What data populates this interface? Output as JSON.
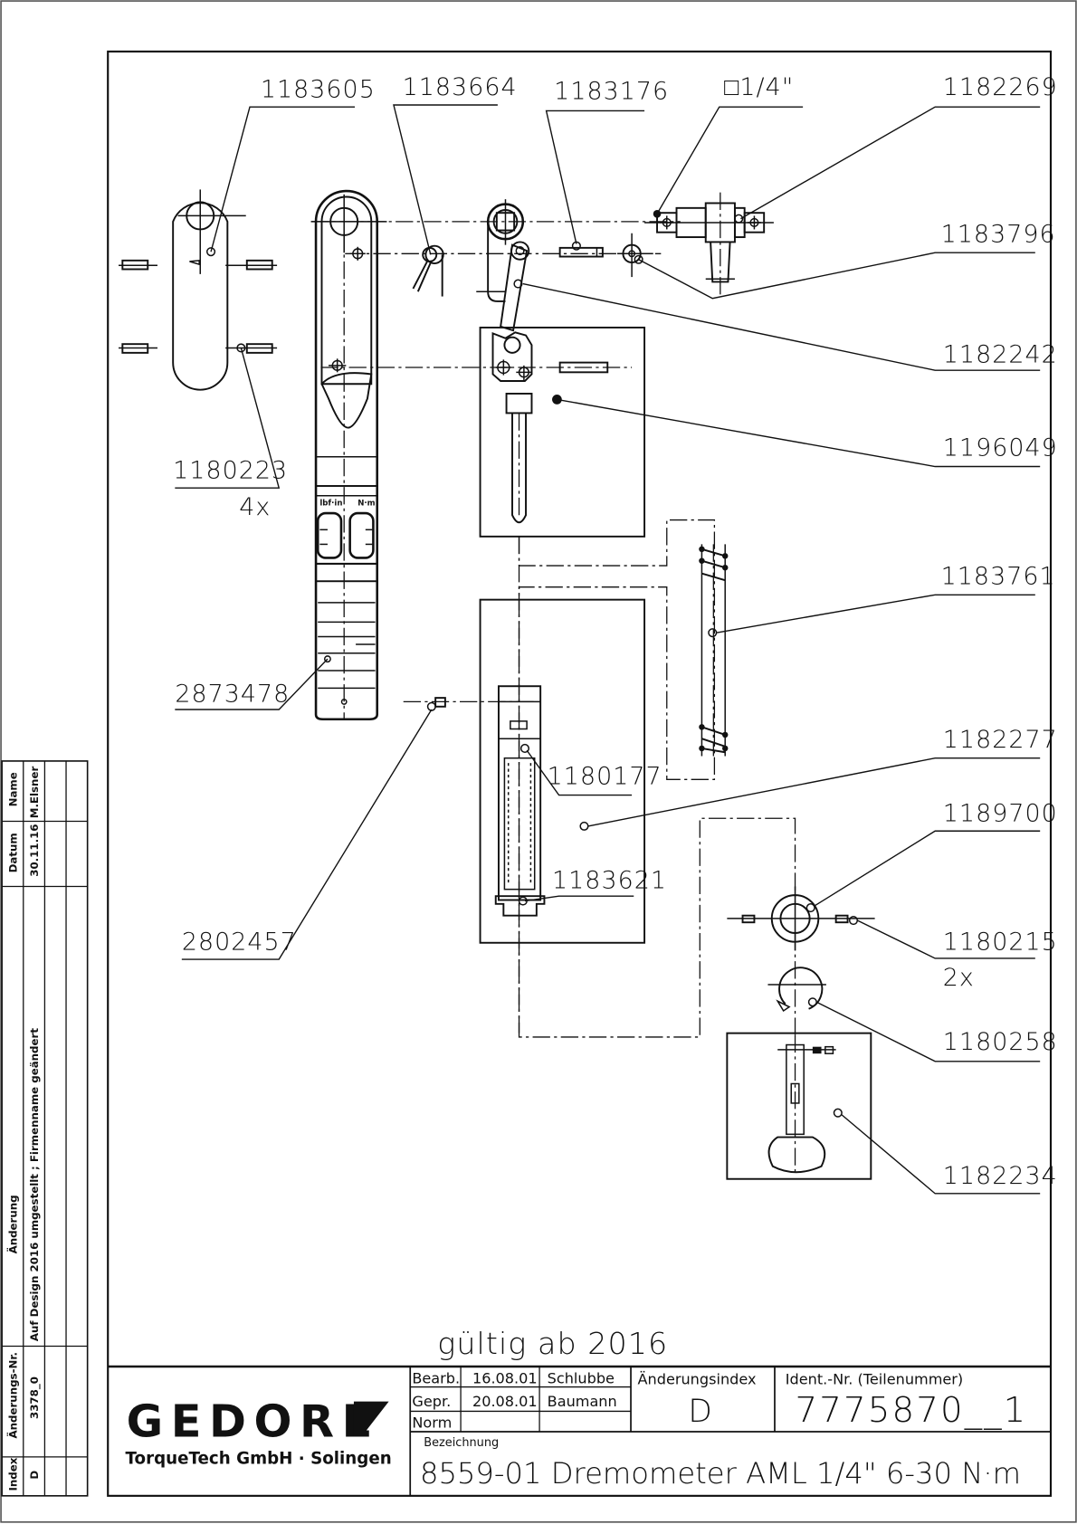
{
  "drawing": {
    "valid_from_note": "gültig ab 2016",
    "part_labels": [
      {
        "id": "1183605"
      },
      {
        "id": "1183664"
      },
      {
        "id": "1183176"
      },
      {
        "id": "□1/4\""
      },
      {
        "id": "1182269"
      },
      {
        "id": "1183796"
      },
      {
        "id": "1182242"
      },
      {
        "id": "1196049"
      },
      {
        "id": "1180223",
        "qty": "4x"
      },
      {
        "id": "1183761"
      },
      {
        "id": "2873478"
      },
      {
        "id": "1182277"
      },
      {
        "id": "1180177"
      },
      {
        "id": "1189700"
      },
      {
        "id": "1183621"
      },
      {
        "id": "2802457"
      },
      {
        "id": "1180215",
        "qty": "2x"
      },
      {
        "id": "1180258"
      },
      {
        "id": "1182234"
      }
    ],
    "scale_labels": {
      "left": "lbf·in",
      "right": "N·m"
    }
  },
  "title_block": {
    "logo": "GEDORE",
    "company": "TorqueTech GmbH · Solingen",
    "rows": [
      {
        "role": "Bearb.",
        "date": "16.08.01",
        "name": "Schlubbe"
      },
      {
        "role": "Gepr.",
        "date": "20.08.01",
        "name": "Baumann"
      },
      {
        "role": "Norm",
        "date": "",
        "name": ""
      }
    ],
    "change_index_label": "Änderungsindex",
    "change_index": "D",
    "ident_label": "Ident.-Nr.  (Teilenummer)",
    "ident_number": "7775870__1",
    "designation_label": "Bezeichnung",
    "designation": "8559-01 Dremometer AML 1/4\"  6-30 N·m"
  },
  "revision_table": {
    "headers": {
      "index": "Index",
      "change_no": "Änderungs-Nr.",
      "change": "Änderung",
      "date": "Datum",
      "name": "Name"
    },
    "rows": [
      {
        "index": "D",
        "change_no": "3378_0",
        "change": "Auf Design 2016 umgestellt ; Firmenname geändert",
        "date": "30.11.16",
        "name": "M.Elsner"
      }
    ]
  }
}
